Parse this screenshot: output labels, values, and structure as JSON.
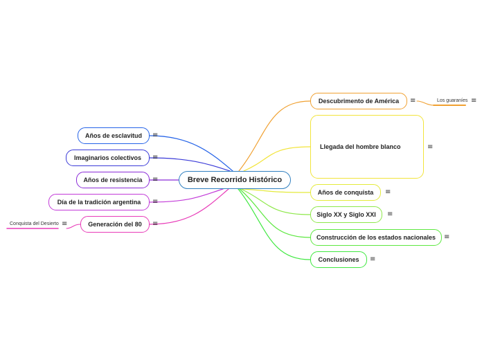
{
  "root": {
    "label": "Breve Recorrido Histórico",
    "color": "#2f7fbf"
  },
  "menu_glyph": "≡",
  "right_topics": [
    {
      "label": "Descubrimento de América",
      "color": "#f0a030"
    },
    {
      "label": "Llegada del hombre blanco",
      "color": "#f2e43a"
    },
    {
      "label": "Años de conquista",
      "color": "#e4ea3a"
    },
    {
      "label": "Siglo XX y Siglo XXI",
      "color": "#8ee84a"
    },
    {
      "label": "Construcción de los estados nacionales",
      "color": "#5de840"
    },
    {
      "label": "Conclusiones",
      "color": "#3fe840"
    }
  ],
  "left_topics": [
    {
      "label": "Años de esclavitud",
      "color": "#2563e8"
    },
    {
      "label": "Imaginarios colectivos",
      "color": "#3a3ad8"
    },
    {
      "label": "Años de resistencia",
      "color": "#8a2ad8"
    },
    {
      "label": "Día de la tradición argentina",
      "color": "#c23ad8"
    },
    {
      "label": "Generación del 80",
      "color": "#e83ab8"
    }
  ],
  "subtopics": [
    {
      "label": "Los guaraníes",
      "parent": "Descubrimento de América",
      "color": "#f0a030"
    },
    {
      "label": "Conquista del Desierto",
      "parent": "Generación del 80",
      "color": "#e83ab8"
    }
  ]
}
